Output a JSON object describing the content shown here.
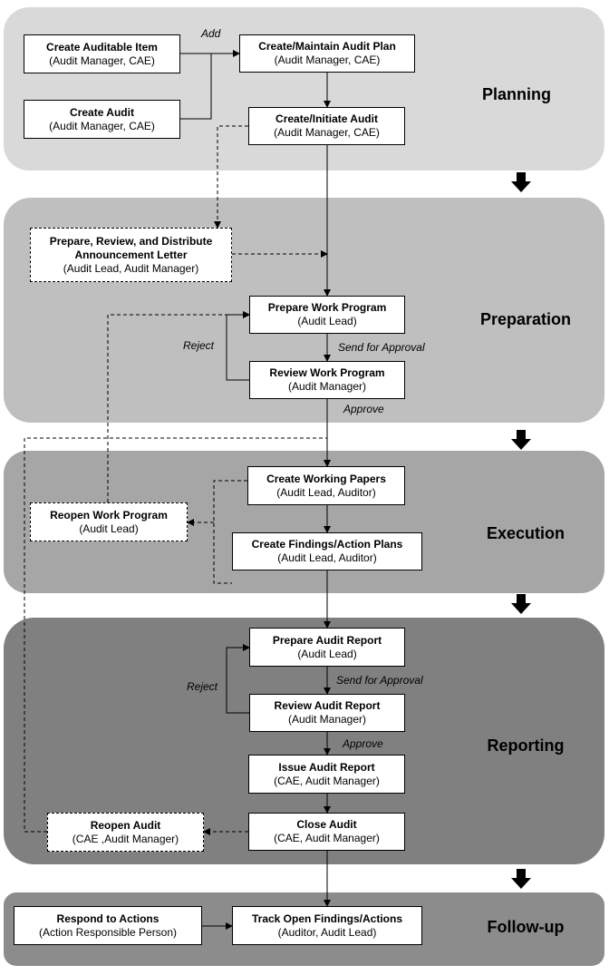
{
  "stages": {
    "planning": "Planning",
    "preparation": "Preparation",
    "execution": "Execution",
    "reporting": "Reporting",
    "followup": "Follow-up"
  },
  "boxes": {
    "create_auditable_item": {
      "title": "Create Auditable Item",
      "roles": "(Audit Manager, CAE)"
    },
    "create_audit": {
      "title": "Create Audit",
      "roles": "(Audit Manager, CAE)"
    },
    "create_maintain_plan": {
      "title": "Create/Maintain Audit Plan",
      "roles": "(Audit Manager, CAE)"
    },
    "create_initiate_audit": {
      "title": "Create/Initiate Audit",
      "roles": "(Audit Manager, CAE)"
    },
    "announcement_letter": {
      "title": "Prepare, Review, and Distribute Announcement Letter",
      "roles": "(Audit Lead, Audit Manager)"
    },
    "prepare_work_program": {
      "title": "Prepare Work Program",
      "roles": "(Audit Lead)"
    },
    "review_work_program": {
      "title": "Review Work Program",
      "roles": "(Audit Manager)"
    },
    "create_working_papers": {
      "title": "Create Working Papers",
      "roles": "(Audit Lead, Auditor)"
    },
    "reopen_work_program": {
      "title": "Reopen Work Program",
      "roles": "(Audit Lead)"
    },
    "create_findings": {
      "title": "Create Findings/Action  Plans",
      "roles": "(Audit Lead, Auditor)"
    },
    "prepare_audit_report": {
      "title": "Prepare Audit Report",
      "roles": "(Audit Lead)"
    },
    "review_audit_report": {
      "title": "Review Audit Report",
      "roles": "(Audit Manager)"
    },
    "issue_audit_report": {
      "title": "Issue Audit Report",
      "roles": "(CAE, Audit Manager)"
    },
    "close_audit": {
      "title": "Close Audit",
      "roles": "(CAE, Audit Manager)"
    },
    "reopen_audit": {
      "title": "Reopen Audit",
      "roles": "(CAE ,Audit Manager)"
    },
    "respond_actions": {
      "title": "Respond  to Actions",
      "roles": "(Action Responsible  Person)"
    },
    "track_findings": {
      "title": "Track Open Findings/Actions",
      "roles": "(Auditor, Audit Lead)"
    }
  },
  "labels": {
    "add": "Add",
    "reject_wp": "Reject",
    "send_approval_wp": "Send for Approval",
    "approve_wp": "Approve",
    "reject_ar": "Reject",
    "send_approval_ar": "Send for Approval",
    "approve_ar": "Approve"
  }
}
